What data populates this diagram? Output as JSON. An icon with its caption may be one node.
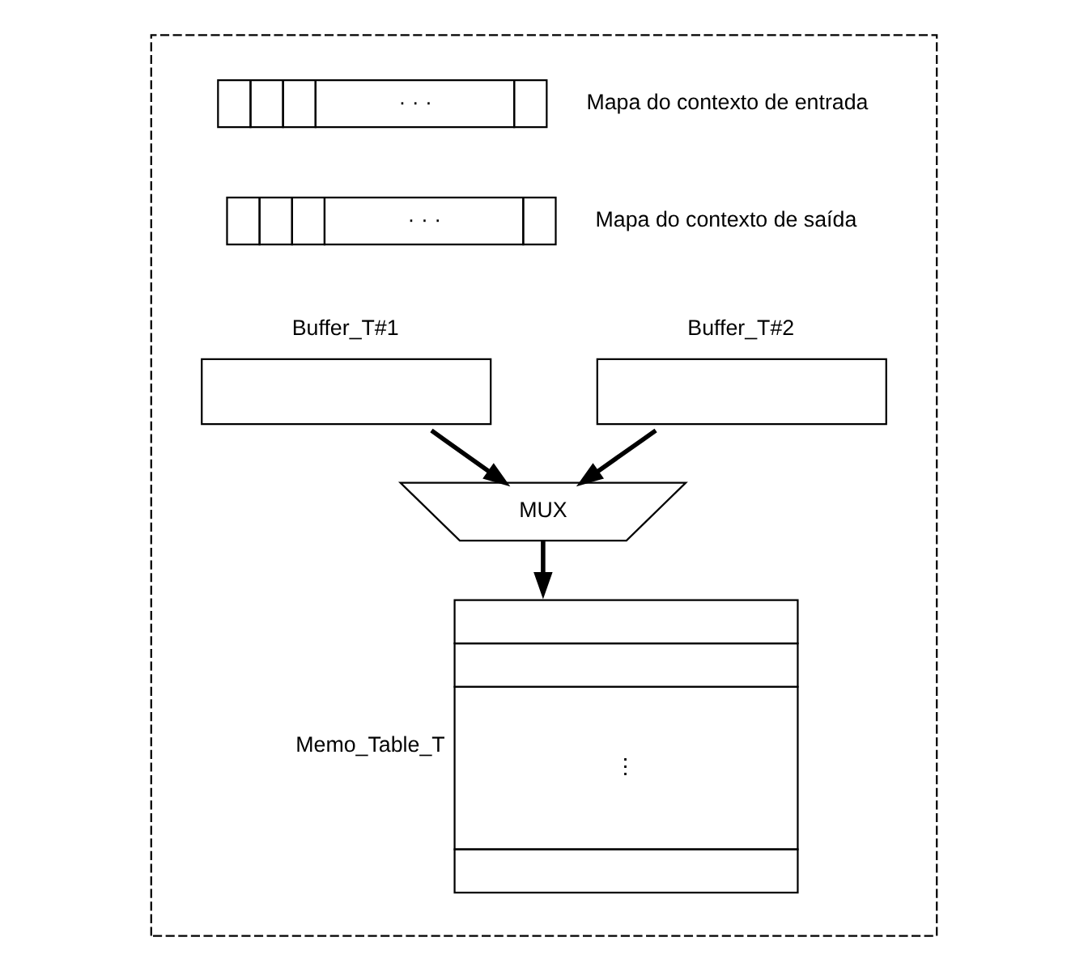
{
  "diagram": {
    "nodes": [
      {
        "text": [],
        "shape": "box"
      },
      {
        "text": [
          "· · ·"
        ],
        "beside": [
          "Mapa do contexto de entrada"
        ],
        "in": 0
      },
      {
        "text": [
          "· · ·"
        ],
        "beside": [
          "Mapa do contexto de saída"
        ],
        "in": 0
      },
      {
        "text": [
          "Buffer_T#1"
        ],
        "in": 0
      },
      {
        "text": [
          "Buffer_T#2"
        ],
        "in": 0
      },
      {
        "text": [
          "MUX"
        ],
        "in": 0
      },
      {
        "text": [
          "Memo_Table_T",
          "⋮"
        ],
        "in": 0
      }
    ],
    "edges": [
      {
        "from": 3,
        "to": 5,
        "arrow": "to"
      },
      {
        "from": 4,
        "to": 5,
        "arrow": "to"
      },
      {
        "from": 5,
        "to": 6,
        "arrow": "to"
      }
    ]
  }
}
